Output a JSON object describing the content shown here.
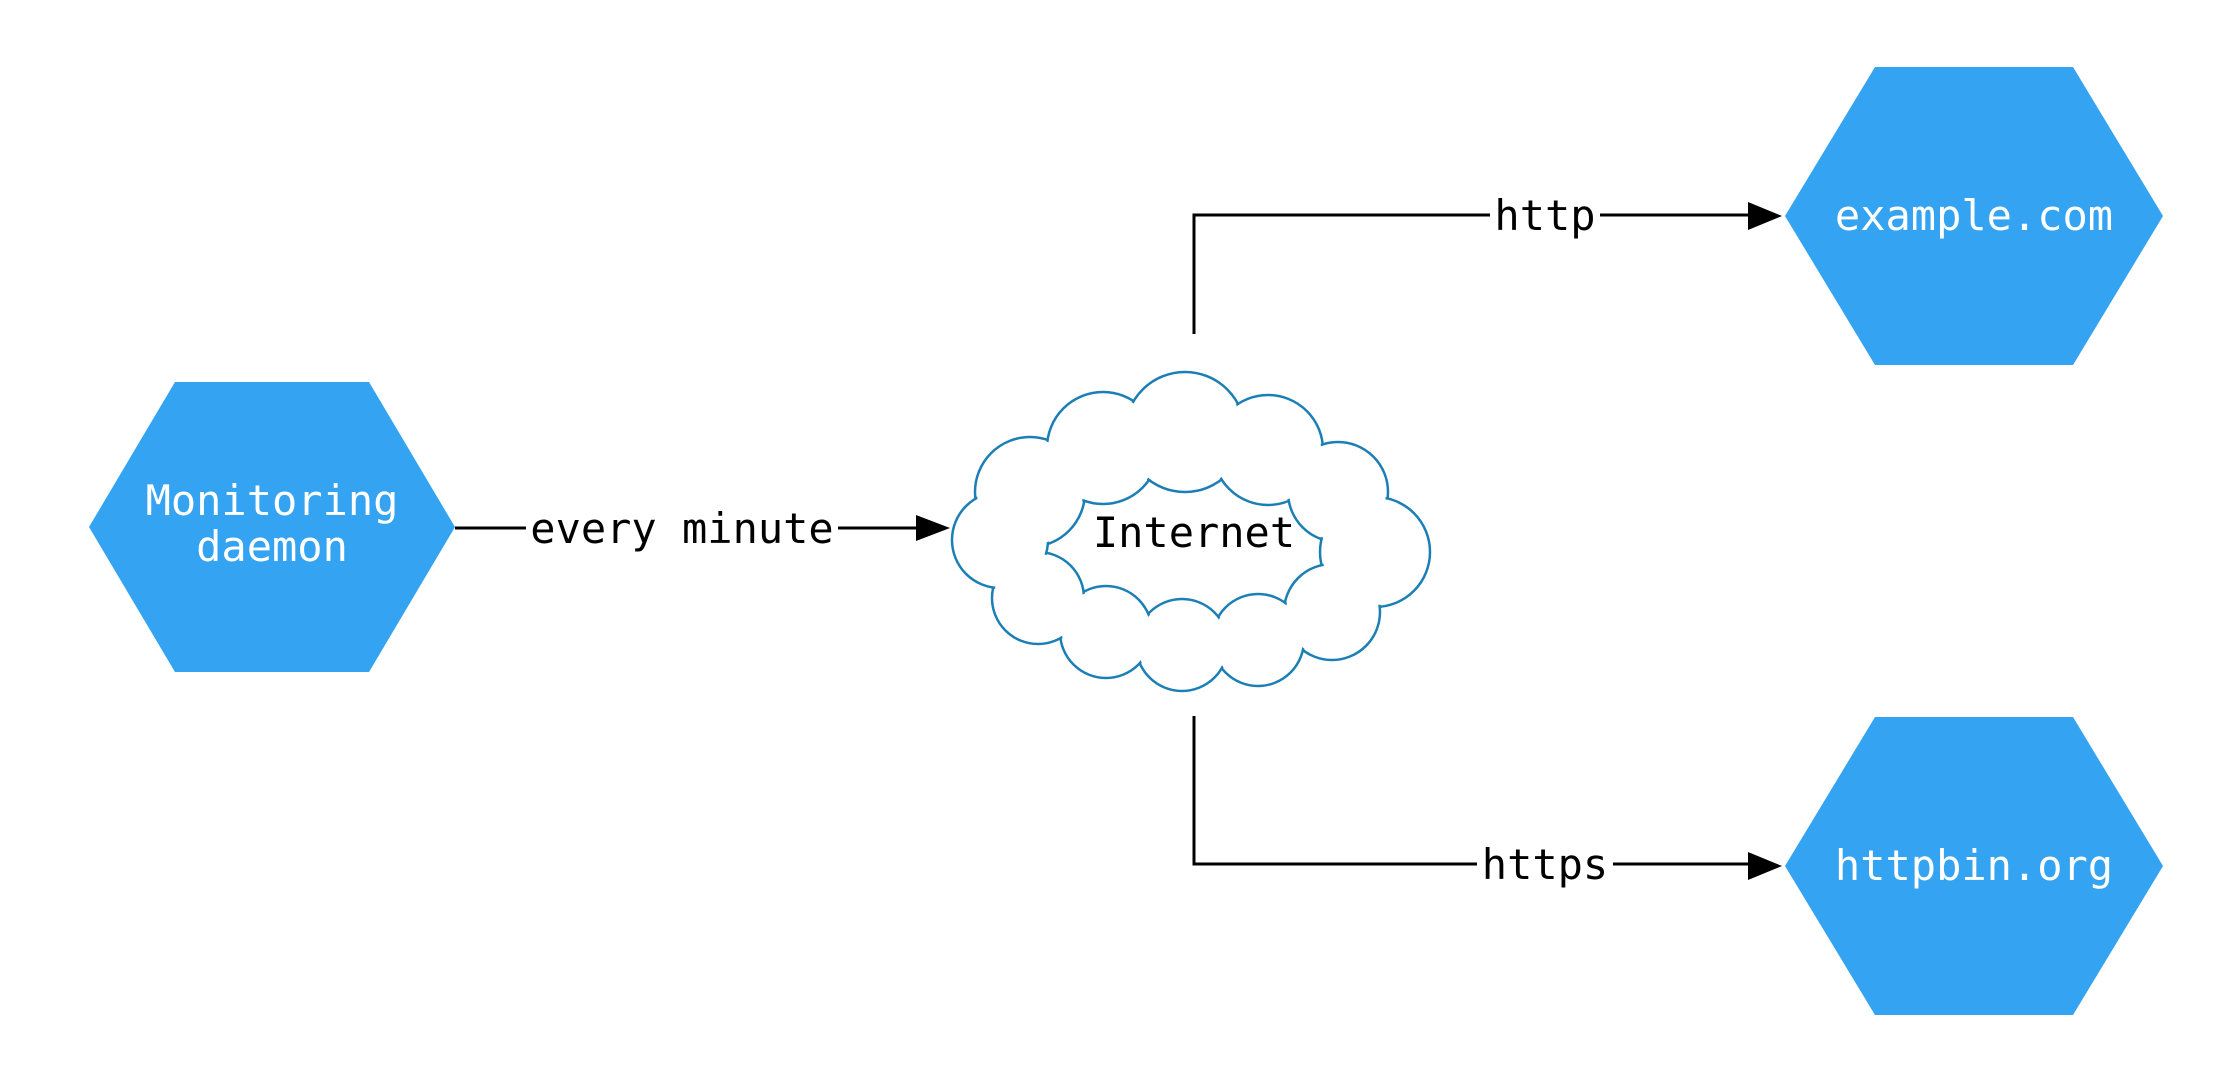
{
  "diagram": {
    "title": "monitoring network diagram",
    "background": "#ffffff",
    "edge_color": "#000000",
    "nodes": {
      "monitoring": {
        "label_line1": "Monitoring",
        "label_line2": "daemon",
        "fill": "#34a3f2",
        "text_color": "#ffffff",
        "shape": "hexagon"
      },
      "internet": {
        "label": "Internet",
        "fill": "#ffffff",
        "stroke": "#1b7fb5",
        "text_color": "#000000",
        "shape": "cloud"
      },
      "example": {
        "label": "example.com",
        "fill": "#34a3f2",
        "text_color": "#ffffff",
        "shape": "hexagon"
      },
      "httpbin": {
        "label": "httpbin.org",
        "fill": "#34a3f2",
        "text_color": "#ffffff",
        "shape": "hexagon"
      }
    },
    "edges": {
      "every_minute": {
        "label": "every minute",
        "from": "monitoring",
        "to": "internet"
      },
      "http": {
        "label": "http",
        "from": "internet",
        "to": "example"
      },
      "https": {
        "label": "https",
        "from": "internet",
        "to": "httpbin"
      }
    }
  }
}
